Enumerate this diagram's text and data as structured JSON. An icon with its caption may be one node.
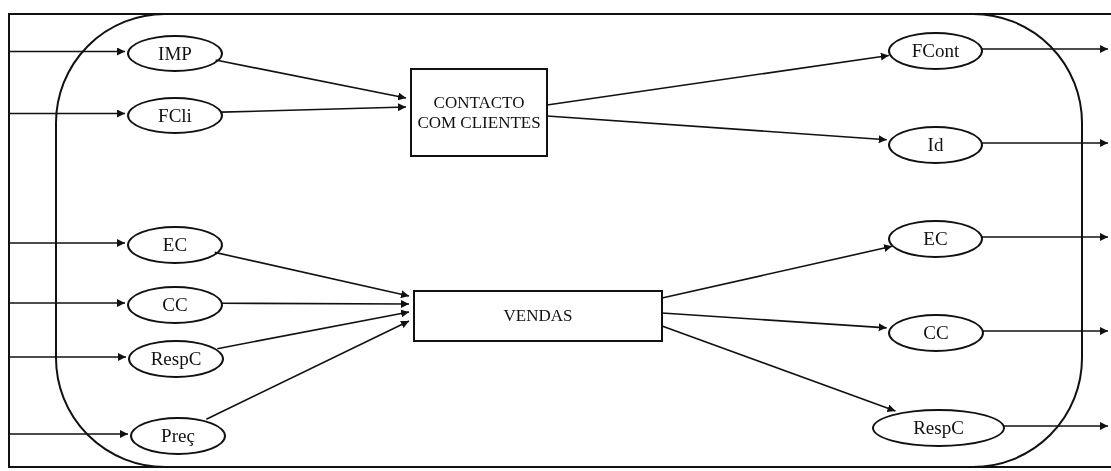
{
  "diagram": {
    "nodes": [
      {
        "text": [],
        "shape": "box"
      },
      {
        "text": [
          "IMP"
        ],
        "in": 0
      },
      {
        "text": [
          "FCli"
        ],
        "in": 0
      },
      {
        "text": [
          "CONTACTO COM CLIENTES"
        ],
        "in": 0
      },
      {
        "text": [
          "FCont"
        ],
        "in": 0
      },
      {
        "text": [
          "Id"
        ],
        "in": 0
      },
      {
        "text": [
          "EC"
        ],
        "in": 0
      },
      {
        "text": [
          "CC"
        ],
        "in": 0
      },
      {
        "text": [
          "RespC"
        ],
        "in": 0
      },
      {
        "text": [
          "Preç"
        ],
        "in": 0
      },
      {
        "text": [
          "VENDAS"
        ],
        "in": 0
      },
      {
        "text": [
          "EC"
        ],
        "in": 0
      },
      {
        "text": [
          "CC"
        ],
        "in": 0
      },
      {
        "text": [
          "RespC"
        ],
        "in": 0
      }
    ],
    "edges": [
      {
        "from": null,
        "to": 1,
        "arrow": "to"
      },
      {
        "from": null,
        "to": 2,
        "arrow": "to"
      },
      {
        "from": 1,
        "to": 3,
        "arrow": "to"
      },
      {
        "from": 2,
        "to": 3,
        "arrow": "to"
      },
      {
        "from": 3,
        "to": 4,
        "arrow": "to"
      },
      {
        "from": 3,
        "to": 5,
        "arrow": "to"
      },
      {
        "from": 4,
        "to": null,
        "arrow": "to"
      },
      {
        "from": 5,
        "to": null,
        "arrow": "to"
      },
      {
        "from": null,
        "to": 6,
        "arrow": "to"
      },
      {
        "from": null,
        "to": 7,
        "arrow": "to"
      },
      {
        "from": null,
        "to": 8,
        "arrow": "to"
      },
      {
        "from": null,
        "to": 9,
        "arrow": "to"
      },
      {
        "from": 6,
        "to": 10,
        "arrow": "to"
      },
      {
        "from": 7,
        "to": 10,
        "arrow": "to"
      },
      {
        "from": 8,
        "to": 10,
        "arrow": "to"
      },
      {
        "from": 9,
        "to": 10,
        "arrow": "to"
      },
      {
        "from": 10,
        "to": 11,
        "arrow": "to"
      },
      {
        "from": 10,
        "to": 12,
        "arrow": "to"
      },
      {
        "from": 10,
        "to": 13,
        "arrow": "to"
      },
      {
        "from": 11,
        "to": null,
        "arrow": "to"
      },
      {
        "from": 12,
        "to": null,
        "arrow": "to"
      },
      {
        "from": 13,
        "to": null,
        "arrow": "to"
      }
    ]
  }
}
